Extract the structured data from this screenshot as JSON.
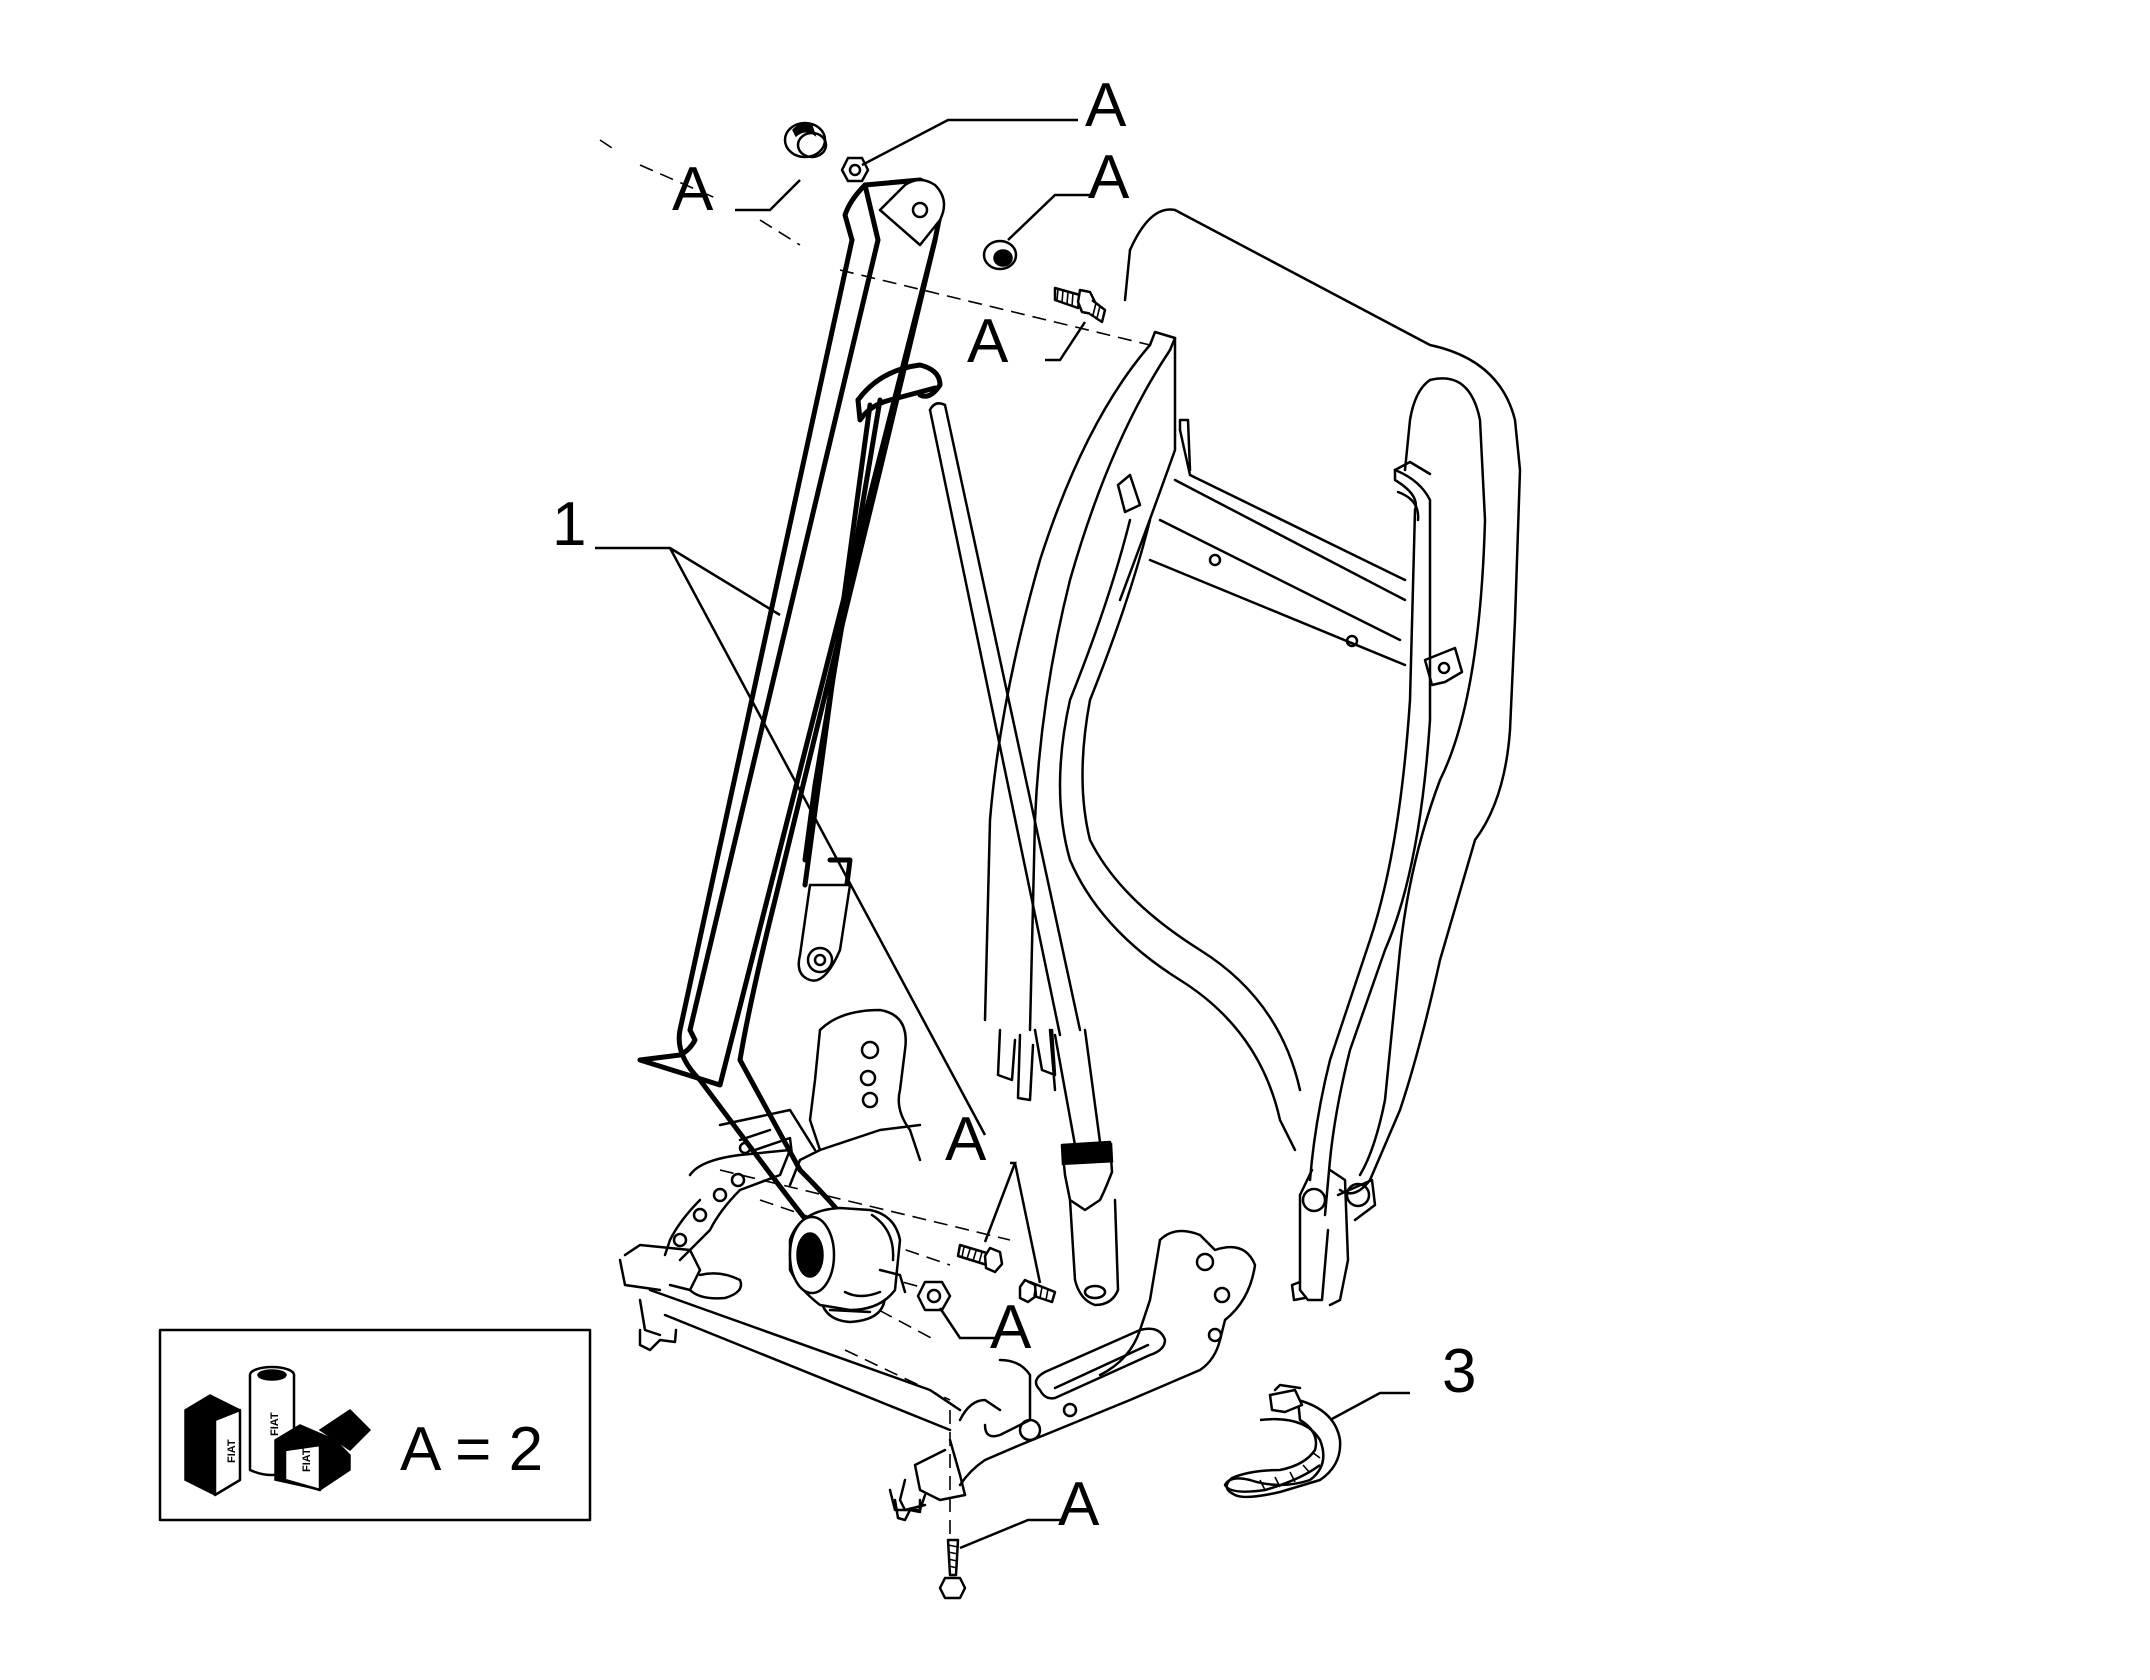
{
  "callouts": {
    "a_top_nut": "A",
    "a_top_spacer": "A",
    "a_top_washer": "A",
    "a_top_bolt": "A",
    "a_mid_bolts": "A",
    "a_mid_nut": "A",
    "a_bottom_bolt": "A",
    "item_1": "1",
    "item_3": "3"
  },
  "legend": {
    "text": "A = 2",
    "logo_text": "FIAT"
  },
  "colors": {
    "line": "#000000",
    "background": "#ffffff"
  }
}
